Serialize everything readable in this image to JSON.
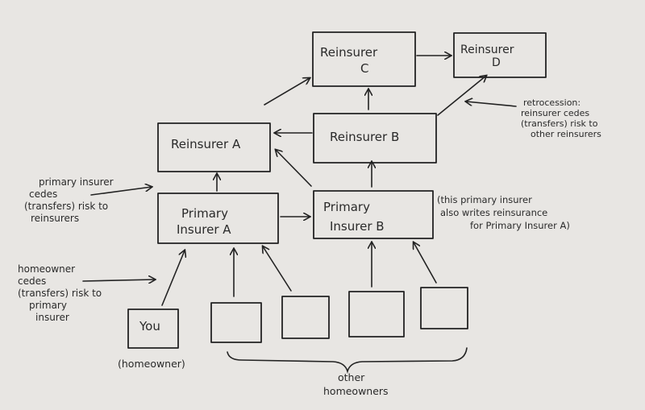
{
  "nodes": {
    "reinsurer_c": [
      "Reinsurer",
      "C"
    ],
    "reinsurer_d": [
      "Reinsurer",
      "D"
    ],
    "reinsurer_a": [
      "Reinsurer A"
    ],
    "reinsurer_b": [
      "Reinsurer B"
    ],
    "primary_a": [
      "Primary",
      "Insurer A"
    ],
    "primary_b": [
      "Primary",
      "Insurer B"
    ],
    "you": [
      "You"
    ]
  },
  "annotations": {
    "retrocession": [
      "retrocession:",
      "reinsurer cedes",
      "(transfers) risk to",
      "other reinsurers"
    ],
    "primary_cedes": [
      "primary insurer",
      "cedes",
      "(transfers) risk to",
      "reinsurers"
    ],
    "primary_b_note": [
      "(this primary insurer",
      "also writes reinsurance",
      "for Primary Insurer A)"
    ],
    "homeowner_cedes": [
      "homeowner",
      "cedes",
      "(transfers) risk to",
      "primary",
      "insurer"
    ],
    "homeowner_label": [
      "(homeowner)"
    ],
    "other_homeowners": [
      "other",
      "homeowners"
    ]
  },
  "colors": {
    "paper": "#e8e6e3",
    "ink": "#222222"
  }
}
